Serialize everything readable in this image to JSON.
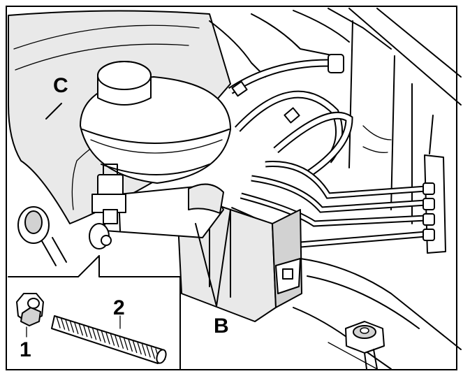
{
  "callouts": {
    "c": "C",
    "b": "B",
    "one": "1",
    "two": "2"
  },
  "colors": {
    "ink": "#000000",
    "paper": "#ffffff",
    "shade": "#e9e9e9"
  }
}
